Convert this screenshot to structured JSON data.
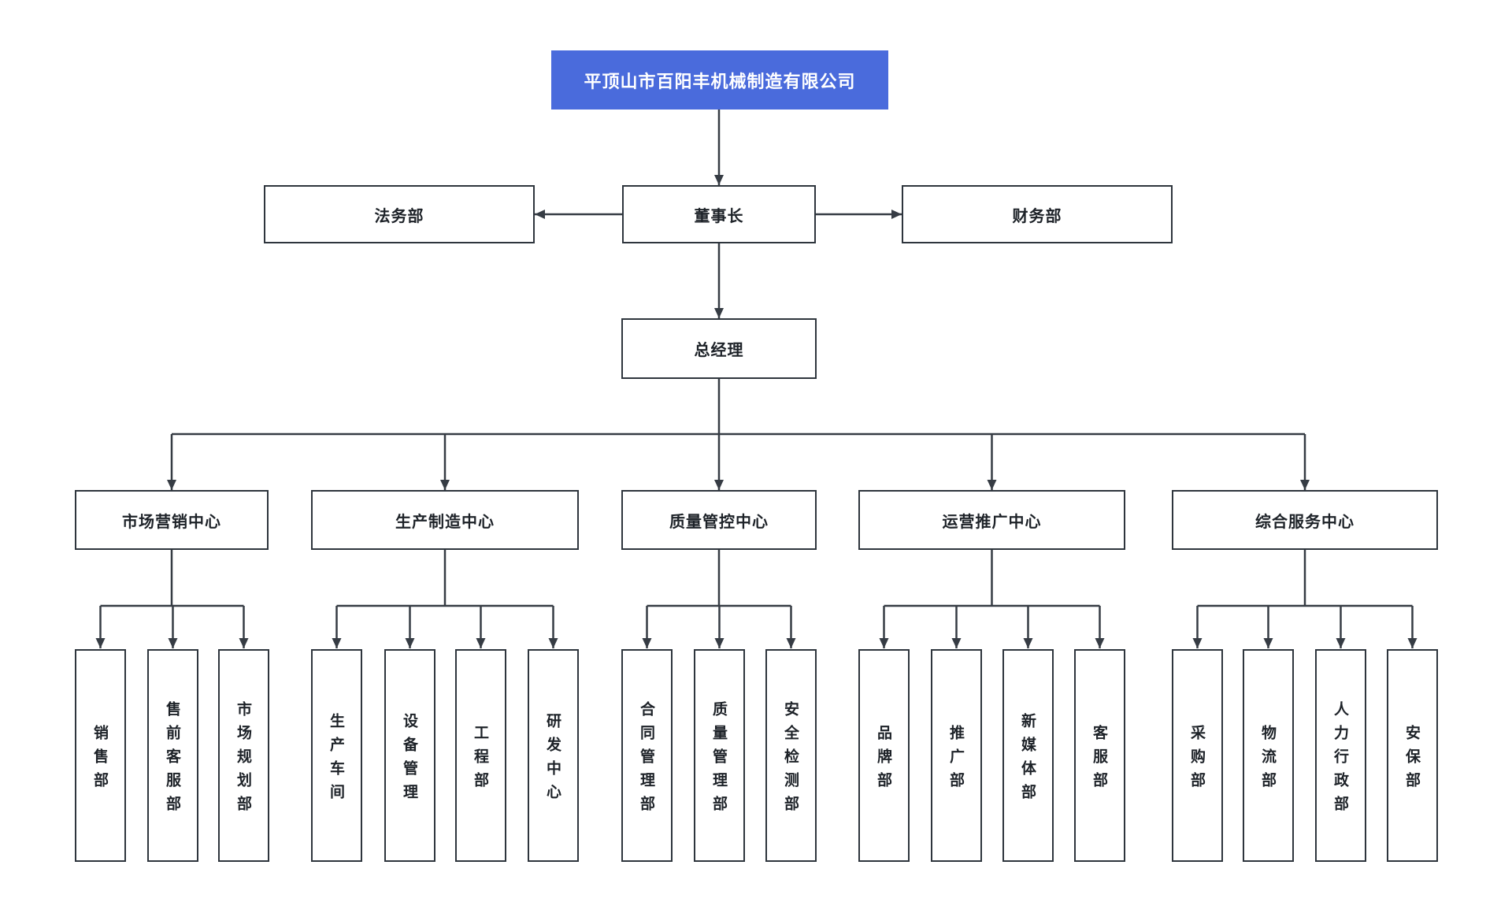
{
  "org_chart": {
    "type": "org-tree",
    "company": {
      "label": "平顶山市百阳丰机械制造有限公司"
    },
    "chairman": {
      "label": "董事长"
    },
    "staff_departments": [
      {
        "label": "法务部"
      },
      {
        "label": "财务部"
      }
    ],
    "general_manager": {
      "label": "总经理"
    },
    "centers": [
      {
        "label": "市场营销中心",
        "departments": [
          "销售部",
          "售前客服部",
          "市场规划部"
        ]
      },
      {
        "label": "生产制造中心",
        "departments": [
          "生产车间",
          "设备管理",
          "工程部",
          "研发中心"
        ]
      },
      {
        "label": "质量管控中心",
        "departments": [
          "合同管理部",
          "质量管理部",
          "安全检测部"
        ]
      },
      {
        "label": "运营推广中心",
        "departments": [
          "品牌部",
          "推广部",
          "新媒体部",
          "客服部"
        ]
      },
      {
        "label": "综合服务中心",
        "departments": [
          "采购部",
          "物流部",
          "人力行政部",
          "安保部"
        ]
      }
    ],
    "colors": {
      "root_fill": "#4a6bdc",
      "root_text": "#ffffff",
      "node_border": "#2e353d",
      "connector": "#363c44",
      "node_text": "#1d2228",
      "background": "#ffffff"
    }
  }
}
